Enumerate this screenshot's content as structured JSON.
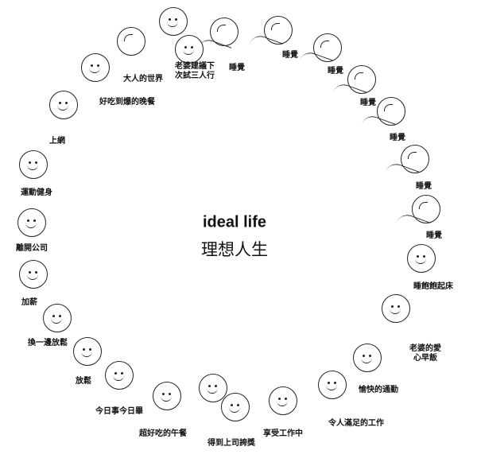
{
  "title": {
    "en": "ideal life",
    "zh": "理想人生"
  },
  "stages": [
    {
      "label": "睡覺"
    },
    {
      "label": "睡覺"
    },
    {
      "label": "睡覺"
    },
    {
      "label": "睡覺"
    },
    {
      "label": "睡覺"
    },
    {
      "label": "睡覺"
    },
    {
      "label": "睡覺"
    },
    {
      "label": "睡飽飽起床"
    },
    {
      "label": "老婆的愛",
      "label2": "心早飯"
    },
    {
      "label": "愉快的通勤"
    },
    {
      "label": "令人滿足的工作"
    },
    {
      "label": "享受工作中"
    },
    {
      "label": "得到上司誇獎"
    },
    {
      "label": "超好吃的午餐"
    },
    {
      "label": "今日事今日畢"
    },
    {
      "label": "放鬆"
    },
    {
      "label": "換一邊放鬆"
    },
    {
      "label": "加薪"
    },
    {
      "label": "離開公司"
    },
    {
      "label": "運動健身"
    },
    {
      "label": "上網"
    },
    {
      "label": "好吃到爆的晚餐"
    },
    {
      "label": "大人的世界"
    },
    {
      "label": "老婆建議下",
      "label2": "次試三人行"
    }
  ]
}
